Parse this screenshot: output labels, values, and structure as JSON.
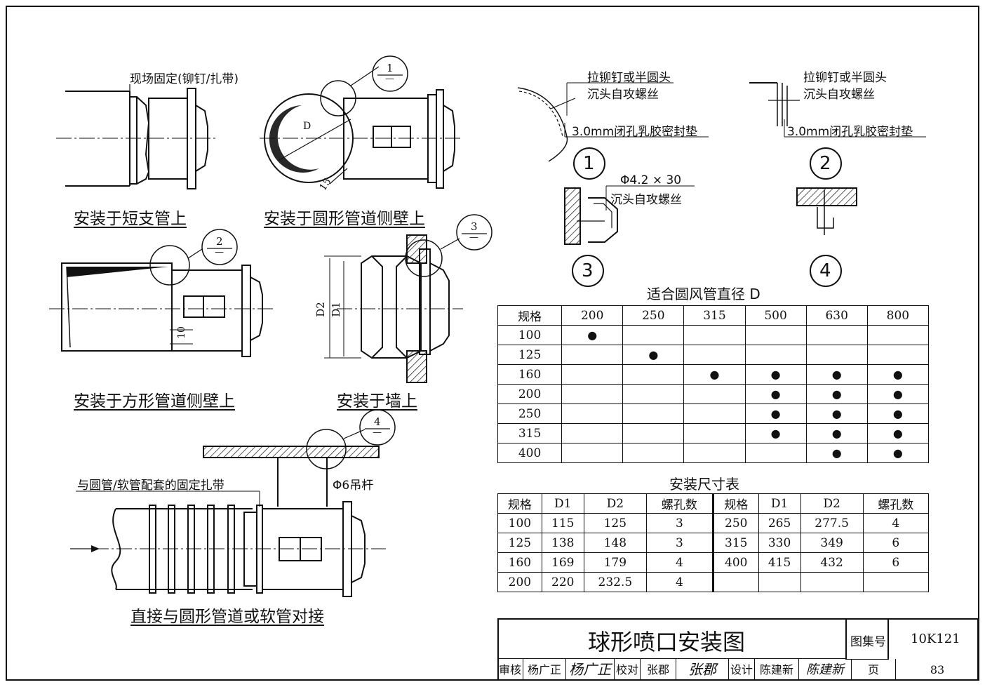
{
  "captions": {
    "short_pipe": "安装于短支管上",
    "round_duct_wall": "安装于圆形管道侧壁上",
    "square_duct_wall": "安装于方形管道侧壁上",
    "wall": "安装于墙上",
    "direct": "直接与圆形管道或软管对接"
  },
  "notes": {
    "field_fix": "现场固定(铆钉/扎带)",
    "rivet_1": "拉铆钉或半圆头",
    "screw_1": "沉头自攻螺丝",
    "gasket_1": "3.0mm闭孔乳胶密封垫",
    "rivet_2": "拉铆钉或半圆头",
    "screw_2": "沉头自攻螺丝",
    "gasket_2": "3.0mm闭孔乳胶密封垫",
    "screw_size": "Φ4.2 × 30",
    "screw_3": "沉头自攻螺丝",
    "clamp": "与圆管/软管配套的固定扎带",
    "rod": "Φ6吊杆"
  },
  "dims": {
    "D": "D",
    "d15": "15",
    "d10": "10",
    "D2": "D2",
    "D1": "D1"
  },
  "detail_refs": {
    "r1": "1",
    "r2": "2",
    "r3": "3",
    "r4": "4",
    "dash": "—"
  },
  "detail_numbers": [
    "1",
    "2",
    "3",
    "4"
  ],
  "suitability_table": {
    "title": "适合圆风管直径 D",
    "header": [
      "规格",
      "200",
      "250",
      "315",
      "500",
      "630",
      "800"
    ],
    "rows": [
      [
        "100",
        "●",
        "",
        "",
        "",
        "",
        ""
      ],
      [
        "125",
        "",
        "●",
        "",
        "",
        "",
        ""
      ],
      [
        "160",
        "",
        "",
        "●",
        "●",
        "●",
        "●"
      ],
      [
        "200",
        "",
        "",
        "",
        "●",
        "●",
        "●"
      ],
      [
        "250",
        "",
        "",
        "",
        "●",
        "●",
        "●"
      ],
      [
        "315",
        "",
        "",
        "",
        "●",
        "●",
        "●"
      ],
      [
        "400",
        "",
        "",
        "",
        "",
        "●",
        "●"
      ]
    ]
  },
  "size_table": {
    "title": "安装尺寸表",
    "header": [
      "规格",
      "D1",
      "D2",
      "螺孔数",
      "规格",
      "D1",
      "D2",
      "螺孔数"
    ],
    "rows": [
      [
        "100",
        "115",
        "125",
        "3",
        "250",
        "265",
        "277.5",
        "4"
      ],
      [
        "125",
        "138",
        "148",
        "3",
        "315",
        "330",
        "349",
        "6"
      ],
      [
        "160",
        "169",
        "179",
        "4",
        "400",
        "415",
        "432",
        "6"
      ],
      [
        "200",
        "220",
        "232.5",
        "4",
        "",
        "",
        "",
        ""
      ]
    ]
  },
  "title_block": {
    "title": "球形喷口安装图",
    "atlas_label": "图集号",
    "atlas_no": "10K121",
    "review_label": "审核",
    "reviewer": "杨广正",
    "check_label": "校对",
    "checker": "张郡",
    "design_label": "设计",
    "designer": "陈建新",
    "page_label": "页",
    "page_no": "83"
  }
}
